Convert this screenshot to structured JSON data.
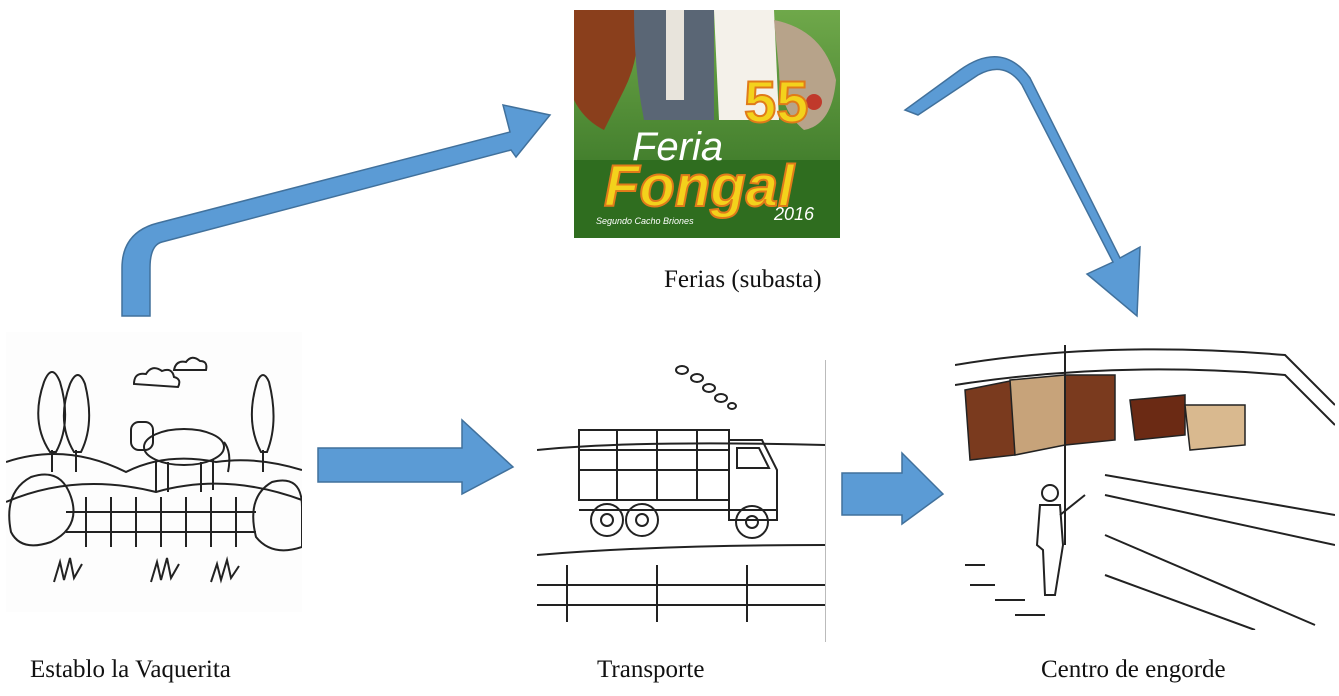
{
  "nodes": {
    "establo": {
      "caption": "Establo la Vaquerita"
    },
    "feria": {
      "caption": "Ferias (subasta)",
      "poster": {
        "number": "55",
        "line1": "Feria",
        "line2": "Fongal",
        "year": "2016",
        "sponsor": "Segundo Cacho Briones"
      }
    },
    "transporte": {
      "caption": "Transporte"
    },
    "engorde": {
      "caption": "Centro de engorde"
    }
  },
  "colors": {
    "arrow_fill": "#5b9bd5",
    "arrow_stroke": "#41719c",
    "poster_green": "#3f8a2b",
    "poster_yellow": "#f3d21c",
    "poster_orange": "#e07b1a",
    "cattle_brown": "#7a3a1e"
  },
  "icons": [
    "farm-drawing-icon",
    "auction-poster-icon",
    "truck-drawing-icon",
    "feedlot-drawing-icon"
  ]
}
